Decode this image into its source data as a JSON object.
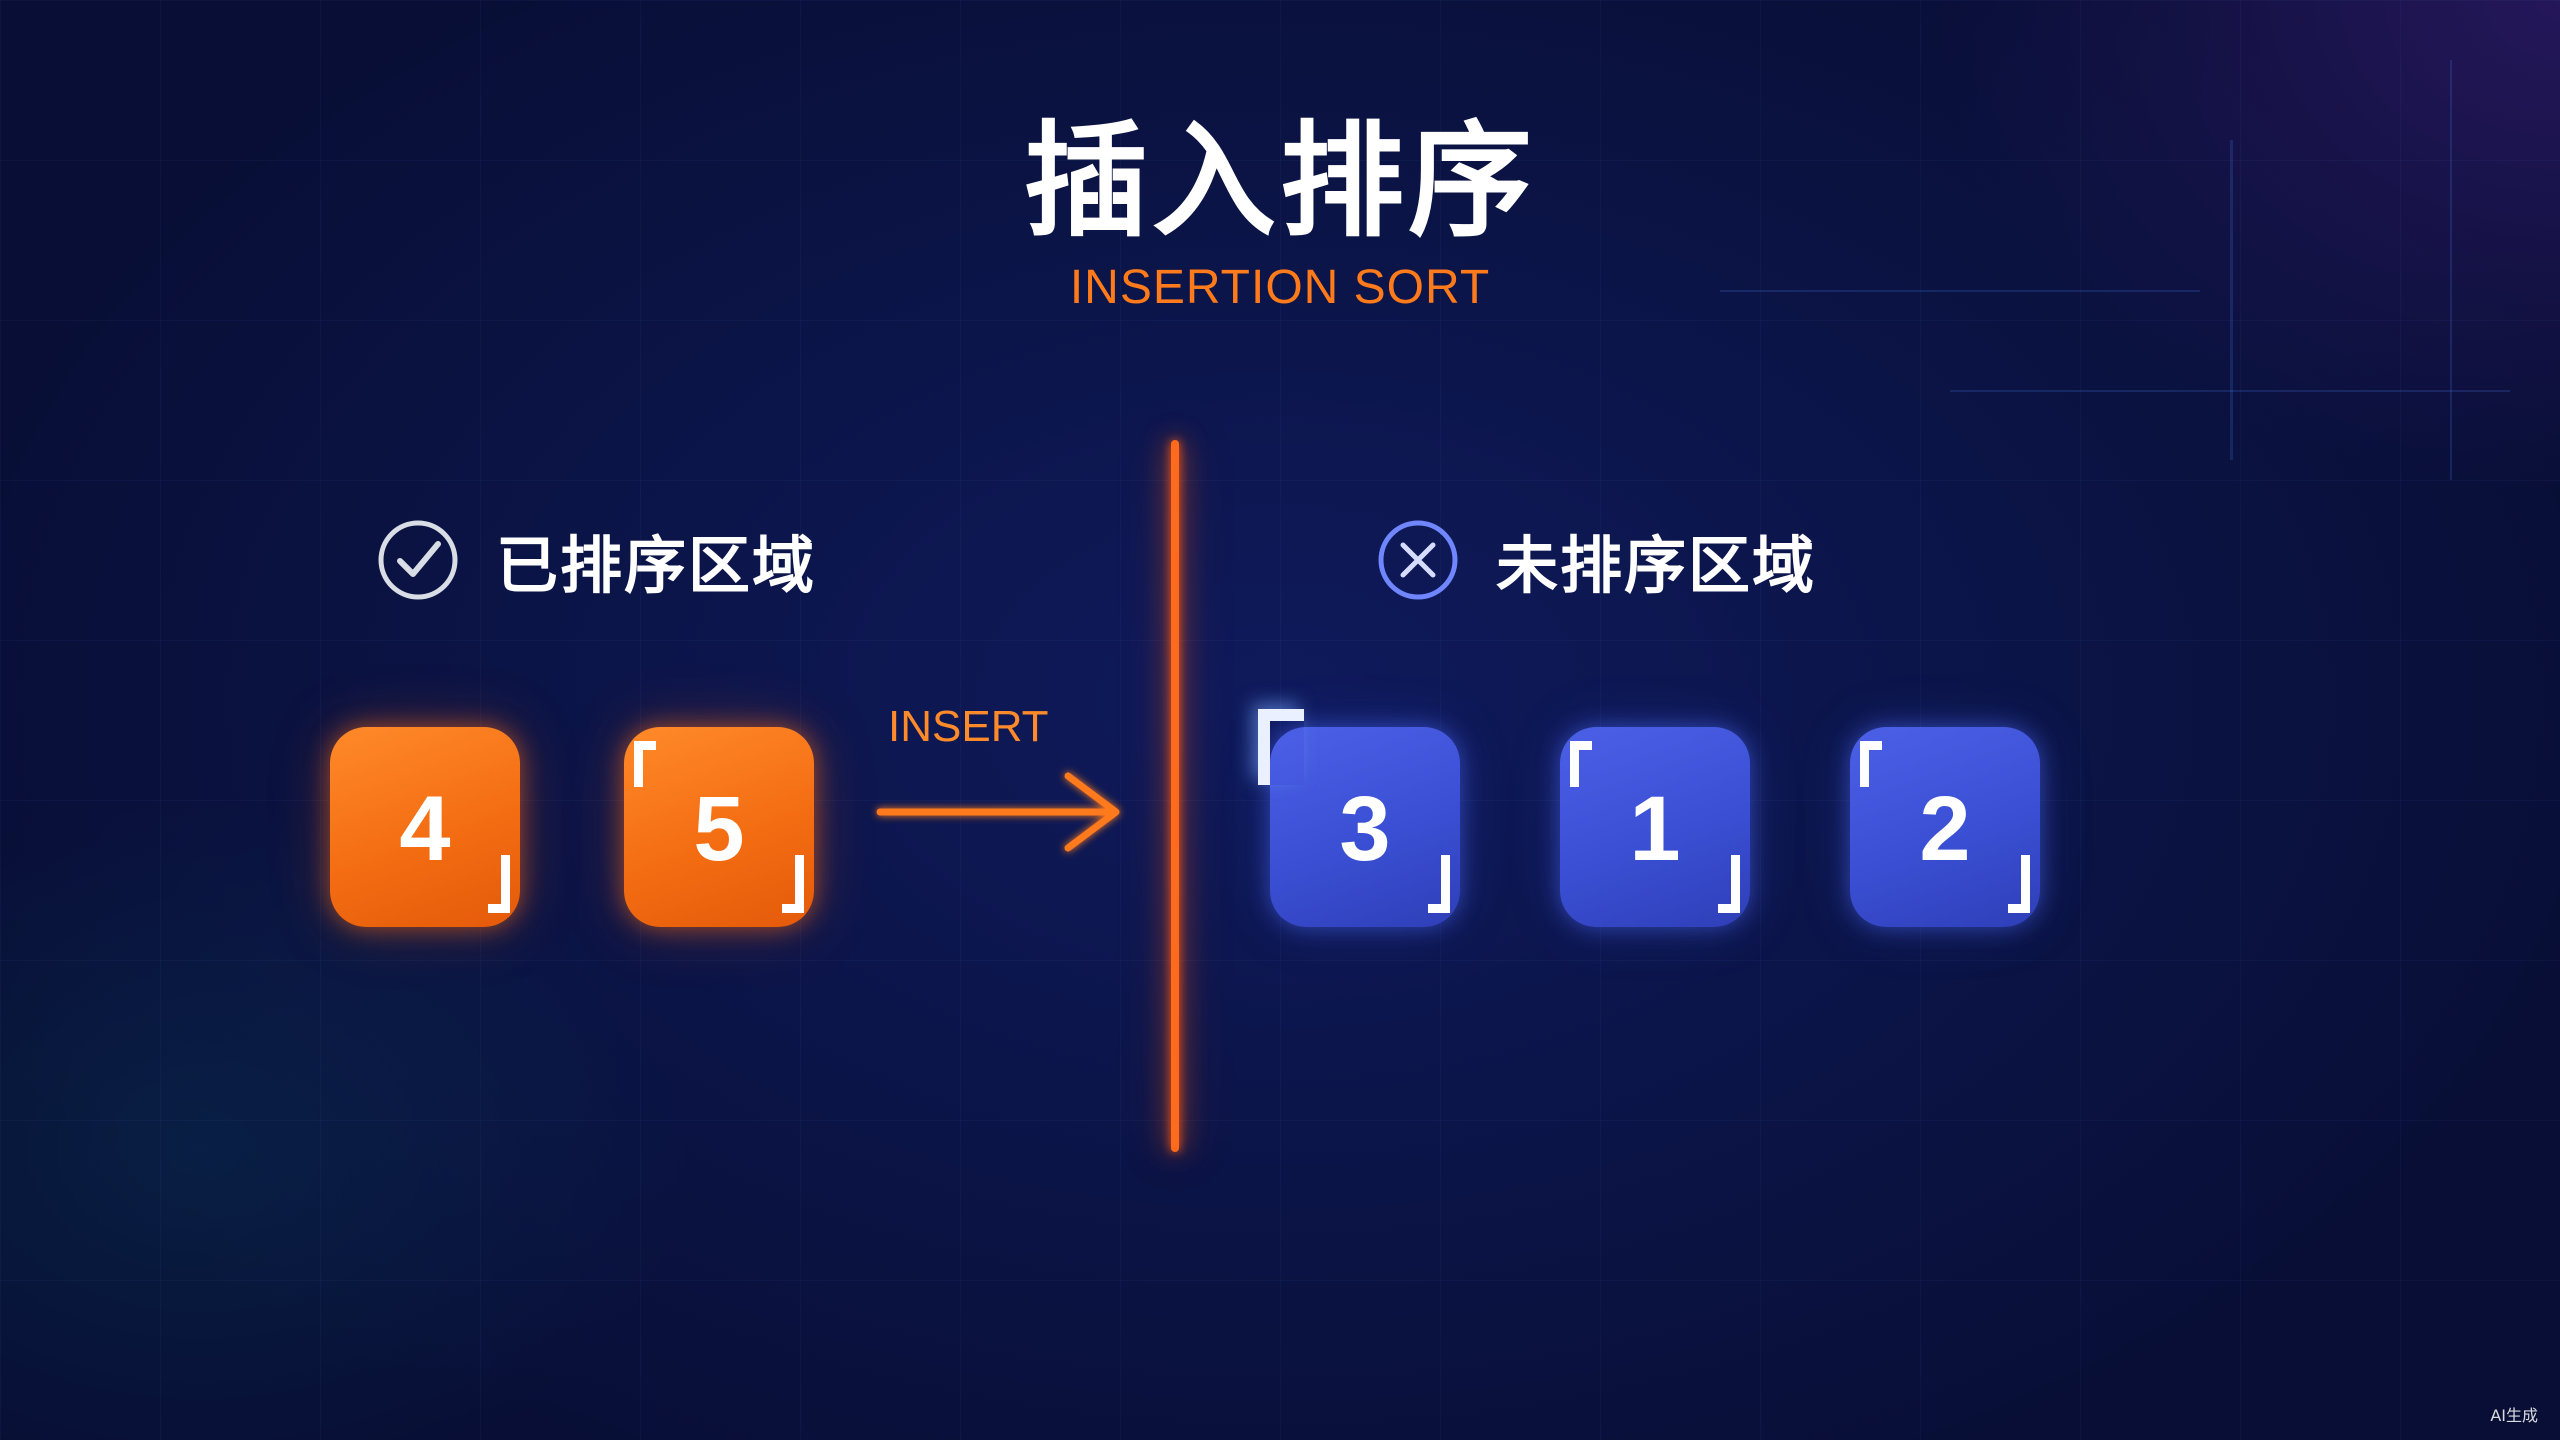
{
  "title": "插入排序",
  "subtitle": "INSERTION SORT",
  "sorted_zone": {
    "label": "已排序区域",
    "icon": "check-circle-icon",
    "color": "#ffffff"
  },
  "unsorted_zone": {
    "label": "未排序区域",
    "icon": "x-circle-icon",
    "color": "#6f86ff"
  },
  "insert_label": "INSERT",
  "colors": {
    "sorted_tile": "#f46d12",
    "unsorted_tile": "#3a4fd4",
    "divider": "#ff6a1c",
    "accent": "#ff7a1a"
  },
  "sorted_tiles": [
    {
      "value": "4"
    },
    {
      "value": "5"
    }
  ],
  "unsorted_tiles": [
    {
      "value": "3"
    },
    {
      "value": "1"
    },
    {
      "value": "2"
    }
  ],
  "watermark": "AI生成"
}
